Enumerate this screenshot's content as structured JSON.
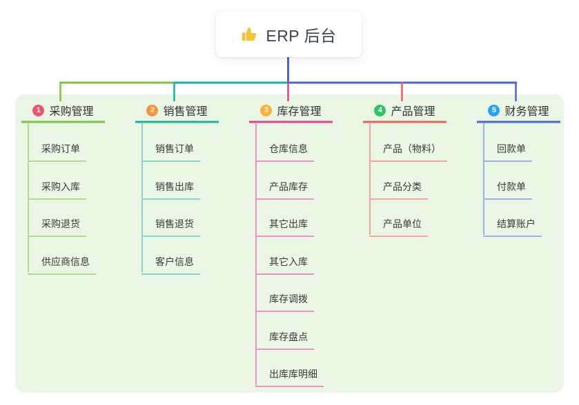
{
  "root": {
    "label": "ERP 后台",
    "icon": "thumbs-up-icon",
    "connector_color": "#4a62d8",
    "icon_color": "#f7c331"
  },
  "panel": {
    "background": "#e9f6e3"
  },
  "page_background": "#ffffff",
  "branches": [
    {
      "index": "1",
      "label": "采购管理",
      "badge_color": "#f25270",
      "line_color": "#7dc244",
      "line_color_light": "#b1db92",
      "items": [
        "采购订单",
        "采购入库",
        "采购退货",
        "供应商信息"
      ]
    },
    {
      "index": "2",
      "label": "销售管理",
      "badge_color": "#f9923f",
      "line_color": "#16b3a5",
      "line_color_light": "#8ad5cb",
      "items": [
        "销售订单",
        "销售出库",
        "销售退货",
        "客户信息"
      ]
    },
    {
      "index": "3",
      "label": "库存管理",
      "badge_color": "#f9b233",
      "line_color": "#e93b97",
      "line_color_light": "#f190c4",
      "items": [
        "仓库信息",
        "产品库存",
        "其它出库",
        "其它入库",
        "库存调拨",
        "库存盘点",
        "出库库明细"
      ]
    },
    {
      "index": "4",
      "label": "产品管理",
      "badge_color": "#2fc562",
      "line_color": "#f25c5c",
      "line_color_light": "#f7a3a3",
      "items": [
        "产品（物料）",
        "产品分类",
        "产品单位"
      ]
    },
    {
      "index": "5",
      "label": "财务管理",
      "badge_color": "#2aa1f1",
      "line_color": "#4a63d8",
      "line_color_light": "#9fb1e8",
      "items": [
        "回款单",
        "付款单",
        "结算账户"
      ]
    }
  ]
}
